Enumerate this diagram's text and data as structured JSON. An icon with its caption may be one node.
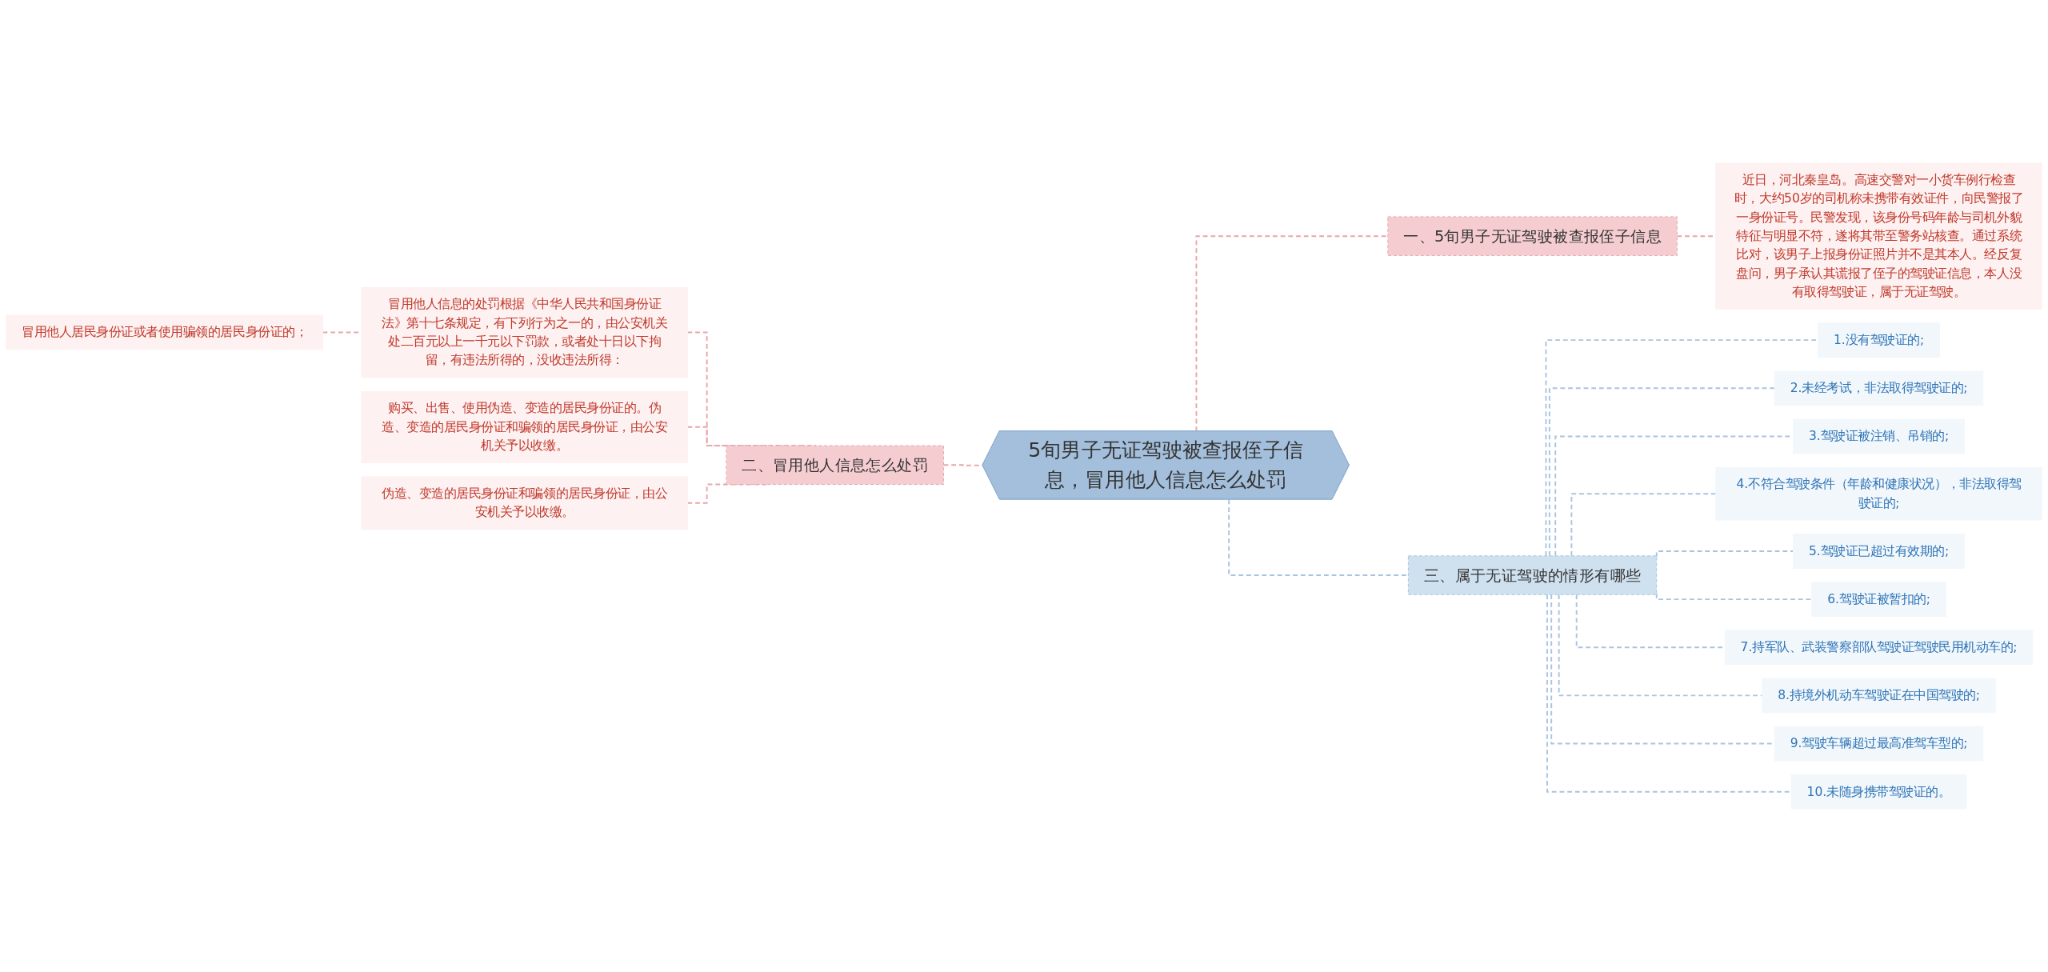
{
  "diagram": {
    "nodes": [
      {
        "text": [
          "5旬男子无证驾驶被查报侄子信息，冒用他人信息怎么处罚"
        ]
      },
      {
        "text": [
          "一、5旬男子无证驾驶被查报侄子信息"
        ]
      },
      {
        "text": [
          "近日，河北秦皇岛。高速交警对一小货车例行检查时，大约50岁的司机称未携带有效证件，向民警报了一身份证号。民警发现，该身份号码年龄与司机外貌特征与明显不符，遂将其带至警务站核查。通过系统比对，该男子上报身份证照片并不是其本人。经反复盘问，男子承认其谎报了侄子的驾驶证信息，本人没有取得驾驶证，属于无证驾驶。"
        ]
      },
      {
        "text": [
          "二、冒用他人信息怎么处罚"
        ]
      },
      {
        "text": [
          "冒用他人信息的处罚根据《中华人民共和国身份证法》第十七条规定，有下列行为之一的，由公安机关处二百元以上一千元以下罚款，或者处十日以下拘留，有违法所得的，没收违法所得："
        ]
      },
      {
        "text": [
          "冒用他人居民身份证或者使用骗领的居民身份证的；"
        ]
      },
      {
        "text": [
          "购买、出售、使用伪造、变造的居民身份证的。伪造、变造的居民身份证和骗领的居民身份证，由公安机关予以收缴。"
        ]
      },
      {
        "text": [
          "伪造、变造的居民身份证和骗领的居民身份证，由公安机关予以收缴。"
        ]
      },
      {
        "text": [
          "三、属于无证驾驶的情形有哪些"
        ]
      },
      {
        "text": [
          "1.没有驾驶证的;"
        ]
      },
      {
        "text": [
          "2.未经考试，非法取得驾驶证的;"
        ]
      },
      {
        "text": [
          "3.驾驶证被注销、吊销的;"
        ]
      },
      {
        "text": [
          "4.不符合驾驶条件（年龄和健康状况），非法取得驾驶证的;"
        ]
      },
      {
        "text": [
          "5.驾驶证已超过有效期的;"
        ]
      },
      {
        "text": [
          "6.驾驶证被暂扣的;"
        ]
      },
      {
        "text": [
          "7.持军队、武装警察部队驾驶证驾驶民用机动车的;"
        ]
      },
      {
        "text": [
          "8.持境外机动车驾驶证在中国驾驶的;"
        ]
      },
      {
        "text": [
          "9.驾驶车辆超过最高准驾车型的;"
        ]
      },
      {
        "text": [
          "10.未随身携带驾驶证的。"
        ]
      }
    ],
    "edges": [
      {
        "from": 0,
        "to": 1,
        "arrow": "none",
        "style": "dashed",
        "color": "#e8a6ad"
      },
      {
        "from": 1,
        "to": 2,
        "arrow": "none",
        "style": "dashed",
        "color": "#e8a6ad"
      },
      {
        "from": 3,
        "to": 0,
        "arrow": "none",
        "style": "dashed",
        "color": "#e8a6ad"
      },
      {
        "from": 4,
        "to": 3,
        "arrow": "none",
        "style": "dashed",
        "color": "#e8a6ad"
      },
      {
        "from": 5,
        "to": 4,
        "arrow": "none",
        "style": "dashed",
        "color": "#e8a6ad"
      },
      {
        "from": 6,
        "to": 3,
        "arrow": "none",
        "style": "dashed",
        "color": "#e8a6ad"
      },
      {
        "from": 7,
        "to": 3,
        "arrow": "none",
        "style": "dashed",
        "color": "#e8a6ad"
      },
      {
        "from": 0,
        "to": 8,
        "arrow": "none",
        "style": "dashed"
      },
      {
        "from": 8,
        "to": 9,
        "arrow": "none",
        "style": "dashed"
      },
      {
        "from": 8,
        "to": 10,
        "arrow": "none",
        "style": "dashed"
      },
      {
        "from": 8,
        "to": 11,
        "arrow": "none",
        "style": "dashed"
      },
      {
        "from": 8,
        "to": 12,
        "arrow": "none",
        "style": "dashed"
      },
      {
        "from": 8,
        "to": 13,
        "arrow": "none",
        "style": "dashed"
      },
      {
        "from": 8,
        "to": 14,
        "arrow": "none",
        "style": "dashed"
      },
      {
        "from": 8,
        "to": 15,
        "arrow": "none",
        "style": "dashed"
      },
      {
        "from": 8,
        "to": 16,
        "arrow": "none",
        "style": "dashed"
      },
      {
        "from": 8,
        "to": 17,
        "arrow": "none",
        "style": "dashed"
      },
      {
        "from": 8,
        "to": 18,
        "arrow": "none",
        "style": "dashed"
      }
    ]
  }
}
